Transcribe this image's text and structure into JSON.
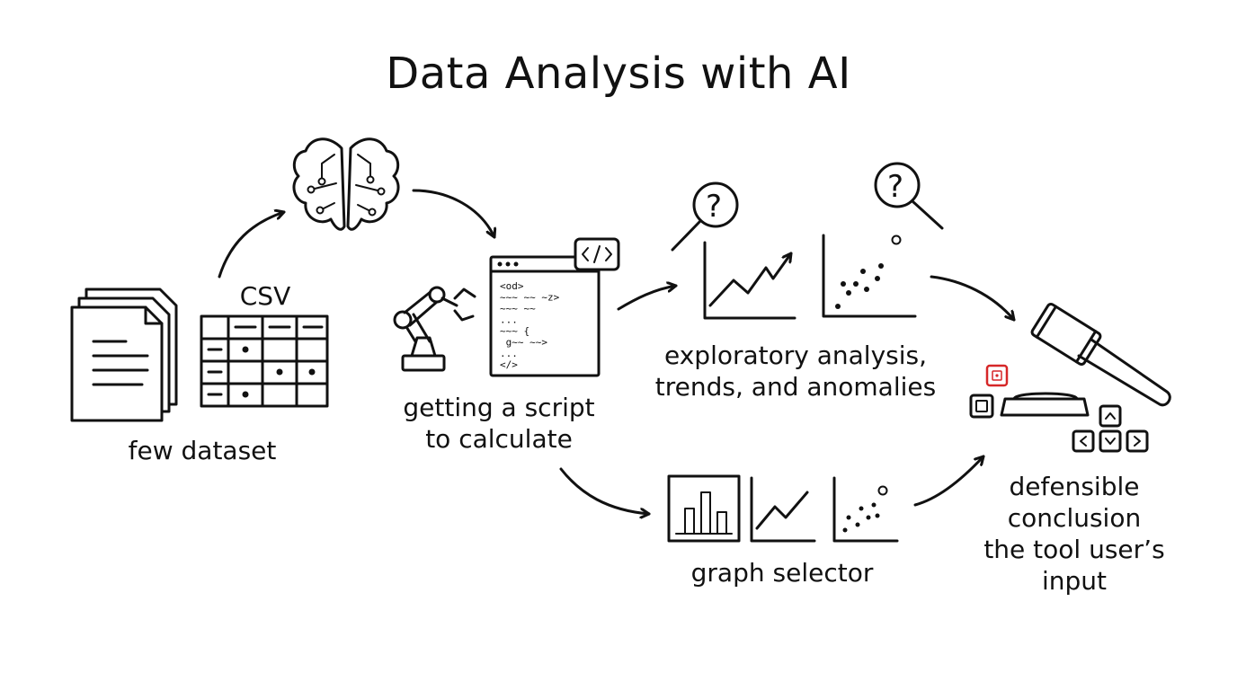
{
  "title": "Data Analysis with AI",
  "labels": {
    "dataset": "few dataset",
    "csv": "CSV",
    "script": "getting a script\nto calculate",
    "explore": "exploratory analysis,\ntrends, and anomalies",
    "graph": "graph selector",
    "conclusion": "defensible\nconclusion\nthe tool user’s\ninput"
  },
  "code_lines": [
    "<od>",
    "~~~ ~~ ~z>",
    "~~~ ~~",
    "...",
    "~~~ {",
    "  g~~ ~~>",
    "...",
    "</>"
  ],
  "icons": {
    "documents": "documents-icon",
    "csv_table": "csv-table-icon",
    "brain": "brain-circuit-icon",
    "robot_arm": "robot-arm-icon",
    "code_window": "code-window-icon",
    "code_tag": "code-tag-icon",
    "magnifier": "magnifier-question-icon",
    "gavel": "gavel-icon",
    "keys": "keyboard-keys-icon"
  },
  "colors": {
    "ink": "#111111",
    "accent": "#d62728",
    "background": "#ffffff"
  }
}
